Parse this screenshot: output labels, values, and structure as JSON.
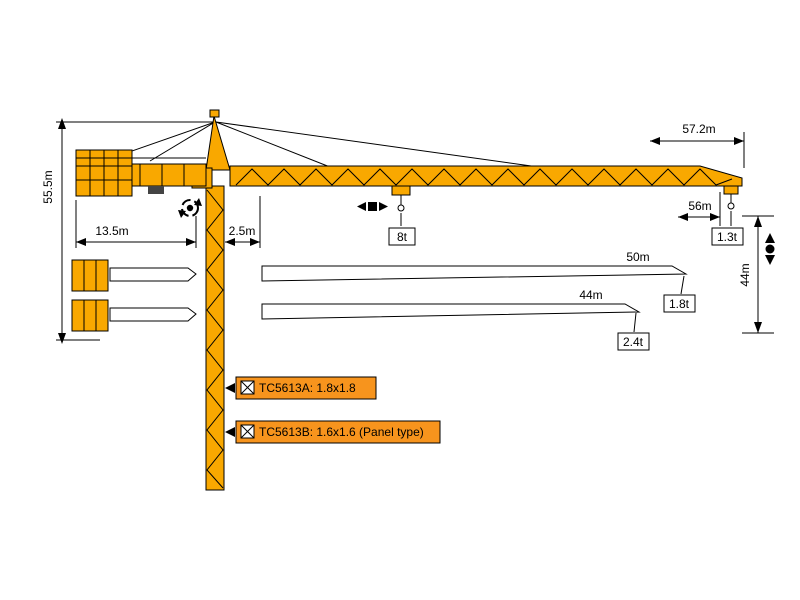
{
  "diagram": {
    "colors": {
      "crane": "#F9A800",
      "label_bg": "#F7941D",
      "line": "#000000",
      "white": "#FFFFFF"
    },
    "dimensions": {
      "total_height": "55.5m",
      "counter_jib_length": "13.5m",
      "rear_offset": "2.5m",
      "jib_overall": "57.2m",
      "tip_radius": "56m",
      "side_height": "44m"
    },
    "loads": {
      "max_load": "8t",
      "tip_load_56m": "1.3t"
    },
    "jib_options": [
      {
        "length": "50m",
        "tip_load": "1.8t"
      },
      {
        "length": "44m",
        "tip_load": "2.4t"
      }
    ],
    "models": [
      {
        "label": "TC5613A: 1.8x1.8"
      },
      {
        "label": "TC5613B: 1.6x1.6 (Panel type)"
      }
    ]
  }
}
